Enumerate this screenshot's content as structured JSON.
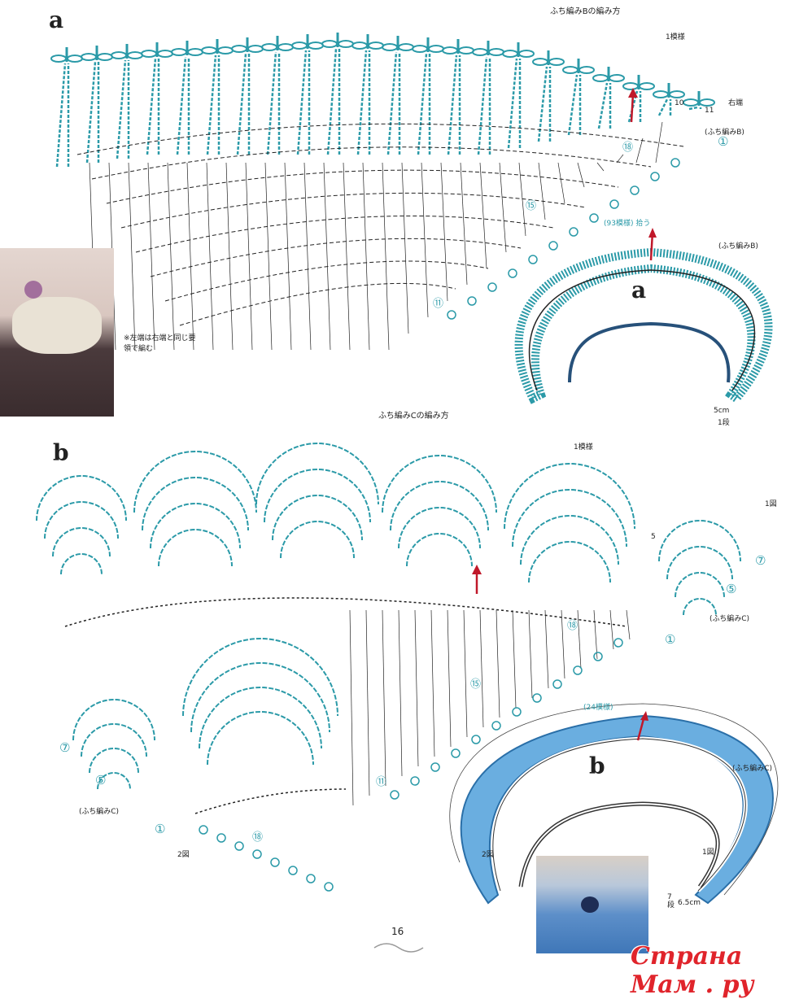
{
  "section_a": {
    "label": "a",
    "title": "ふち編みBの編み方",
    "one_repeat": "1模様",
    "count_10": "10",
    "count_11": "11",
    "right_edge": "右端",
    "edging_b": "(ふち編みB)",
    "row_1": "①",
    "row_18": "⑱",
    "row_15": "⑮",
    "row_11": "⑪",
    "note": "※左端は右端と同じ要領で編む",
    "schematic": {
      "pickup": "(93模様) 拾う",
      "edging": "(ふち編みB)",
      "label": "a",
      "width": "5cm",
      "rows": "1段"
    }
  },
  "section_b": {
    "label": "b",
    "title": "ふち編みCの編み方",
    "one_repeat": "1模様",
    "fig1": "1図",
    "fig2": "2図",
    "count_5": "5",
    "row_7": "⑦",
    "row_5": "⑤",
    "row_1": "①",
    "edging_c": "(ふち編みC)",
    "row_18": "⑱",
    "row_15": "⑮",
    "row_11": "⑪",
    "schematic": {
      "repeats": "(24模様)",
      "edging": "(ふち編みC)",
      "label": "b",
      "fig2": "2図",
      "fig1": "1図",
      "rows": "7段",
      "width": "6.5cm"
    }
  },
  "page_number": "16",
  "watermark": "Страна Мам . ру",
  "colors": {
    "teal": "#2b9aa8",
    "arrow": "#c0182a",
    "schematic_b": "#6aaee0",
    "ink": "#222222"
  }
}
